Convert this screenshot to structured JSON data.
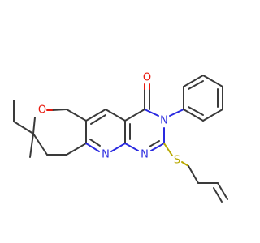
{
  "molecule": {
    "atoms": [
      {
        "id": "O_ring",
        "symbol": "O",
        "color": "#e8190d"
      },
      {
        "id": "O_carbonyl",
        "symbol": "O",
        "color": "#e8190d"
      },
      {
        "id": "N_ring",
        "symbol": "N",
        "color": "#2a2ae0"
      },
      {
        "id": "N_amide",
        "symbol": "N",
        "color": "#2a2ae0"
      },
      {
        "id": "N_imine",
        "symbol": "N",
        "color": "#2a2ae0"
      },
      {
        "id": "S_thioether",
        "symbol": "S",
        "color": "#b8a800"
      }
    ],
    "bond_color": "#3a3a3a"
  }
}
